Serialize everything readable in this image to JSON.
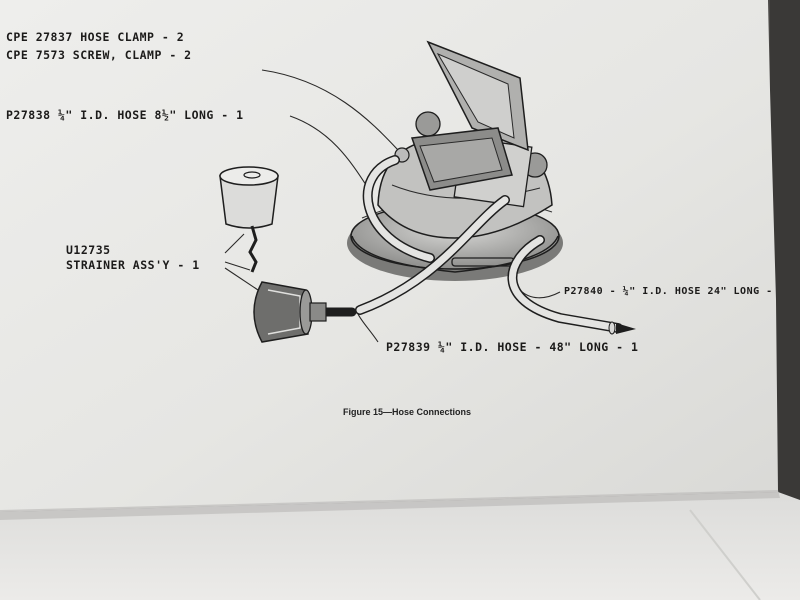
{
  "labels": {
    "hose_clamp": "CPE 27837 HOSE CLAMP - 2",
    "screw_clamp": "CPE 7573 SCREW, CLAMP - 2",
    "hose_8_5": "P27838 ¼\" I.D. HOSE 8½\" LONG - 1",
    "strainer_part": "U12735",
    "strainer_name": "STRAINER ASS'Y - 1",
    "hose_24": "P27840 - ¼\" I.D. HOSE 24\" LONG -",
    "hose_48": "P27839 ¼\" I.D. HOSE - 48\" LONG - 1"
  },
  "caption": "Figure 15—Hose Connections"
}
